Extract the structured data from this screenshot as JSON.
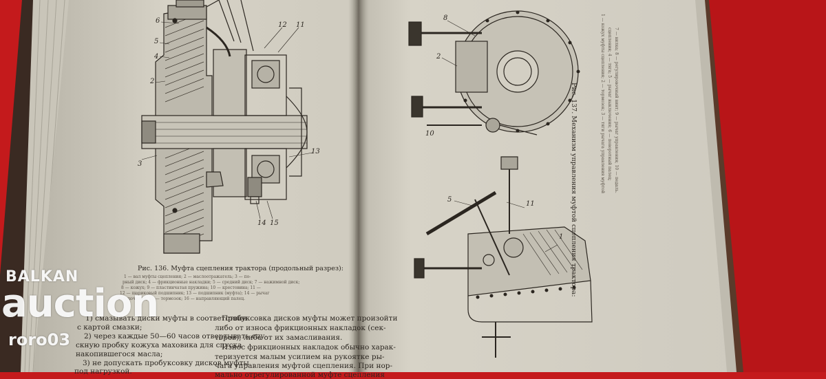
{
  "left_page": {
    "figure_caption": "Рис. 136. Муфта сцепления трактора (продольный разрез):",
    "figure_legend": [
      "1 — вал муфты сцепления; 2 — маслоотражатель; 3 — по-",
      "рный диск; 4 — фрикционные накладки; 5 — средний диск; 7 — нажимной диск;",
      "8 — кожух; 9 — пластинчатая пружина; 10 — крестовина; 11 —",
      "12 — шариковый подшипник; 13 — подшипник (муфта); 14 — рычаг",
      "выключения; 15 — тормозок; 16 — направляющий палец."
    ],
    "column1": [
      "1) смазывать диски муфты в соответствии",
      "с картой смазки;",
      "2) через каждые 50—60 часов отвертывать спу-",
      "скную пробку кожуха маховика для спуска",
      "накопившегося масла;",
      "3) не допускать пробуксовку дисков муфты",
      "под нагрузкой."
    ],
    "column2": [
      "Пробуксовка дисков муфты может произойти",
      "либо от износа фрикционных накладок (сек-",
      "торов), либо от их замасливания.",
      "Износ фрикционных накладок обычно харак-",
      "теризуется малым усилием на рукоятке ры-",
      "чага управления муфтой сцепления. При нор-",
      "мально отрегулированной муфте сцепления"
    ],
    "figure_numbers": [
      "6",
      "5",
      "4",
      "2",
      "3",
      "12",
      "11",
      "13",
      "14",
      "15"
    ]
  },
  "right_page": {
    "figure_caption": "Рис. 137. Механизм управления муфтой сцепления трактора:",
    "figure_legend": [
      "1 — кожух муфты сцепления; 2 — тормозок; 3 — тяги рычага управления муфтой",
      "сцепления; 4 — тяга; 5 — рычаг выключения; 6 — поворотный палец;",
      "7 — вилка; 8 — регулировочный винт; 9 — рычаг управления; 10 — педаль."
    ],
    "figure_numbers": [
      "8",
      "2",
      "1",
      "11",
      "10",
      "5"
    ]
  },
  "watermark": {
    "line1": "BALKAN",
    "line2": "auction",
    "line3": "roro03"
  },
  "colors": {
    "background_red": "#c41a1c",
    "paper": "#d4d0c4",
    "ink": "#2b2620",
    "watermark": "#ffffff"
  }
}
